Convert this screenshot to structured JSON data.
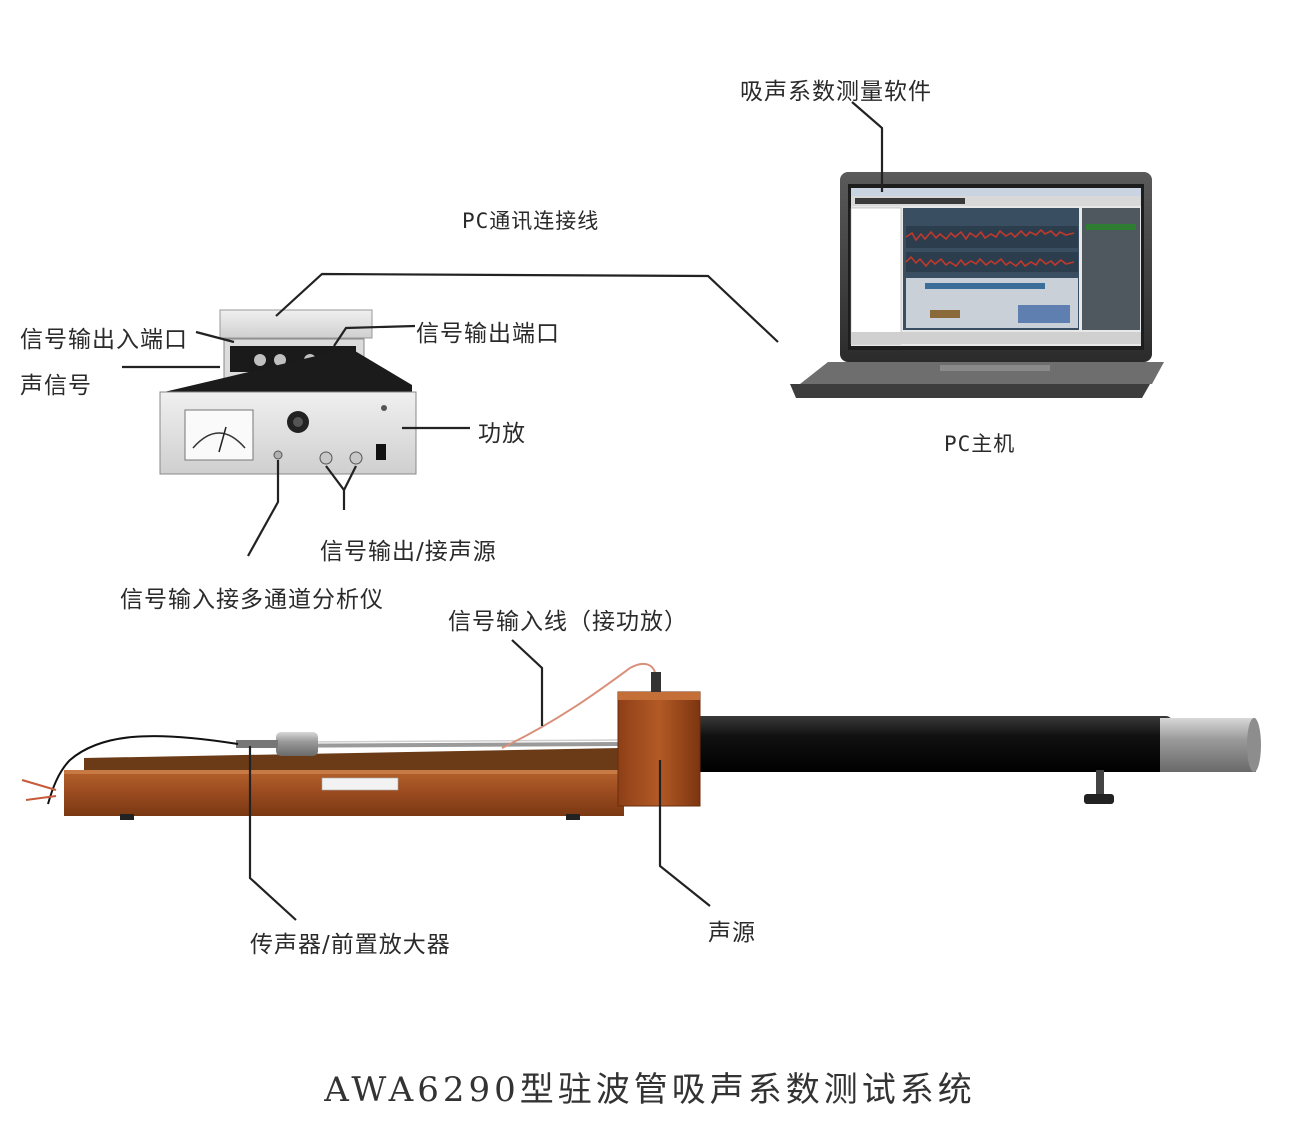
{
  "labels": {
    "software": "吸声系数测量软件",
    "pc_cable": "PC通讯连接线",
    "io_port": "信号输出入端口",
    "acoustic_signal": "声信号",
    "out_port": "信号输出端口",
    "amplifier": "功放",
    "pc_host": "PC主机",
    "out_to_source": "信号输出/接声源",
    "in_to_analyzer": "信号输入接多通道分析仪",
    "input_line": "信号输入线（接功放）",
    "mic_preamp": "传声器/前置放大器",
    "sound_source": "声源"
  },
  "caption": "AWA6290型驻波管吸声系数测试系统",
  "colors": {
    "wood": "#a0522d",
    "tube": "#111111",
    "panel": "#e6e6e6",
    "screen": "#2f5a7a",
    "line": "#222222"
  }
}
